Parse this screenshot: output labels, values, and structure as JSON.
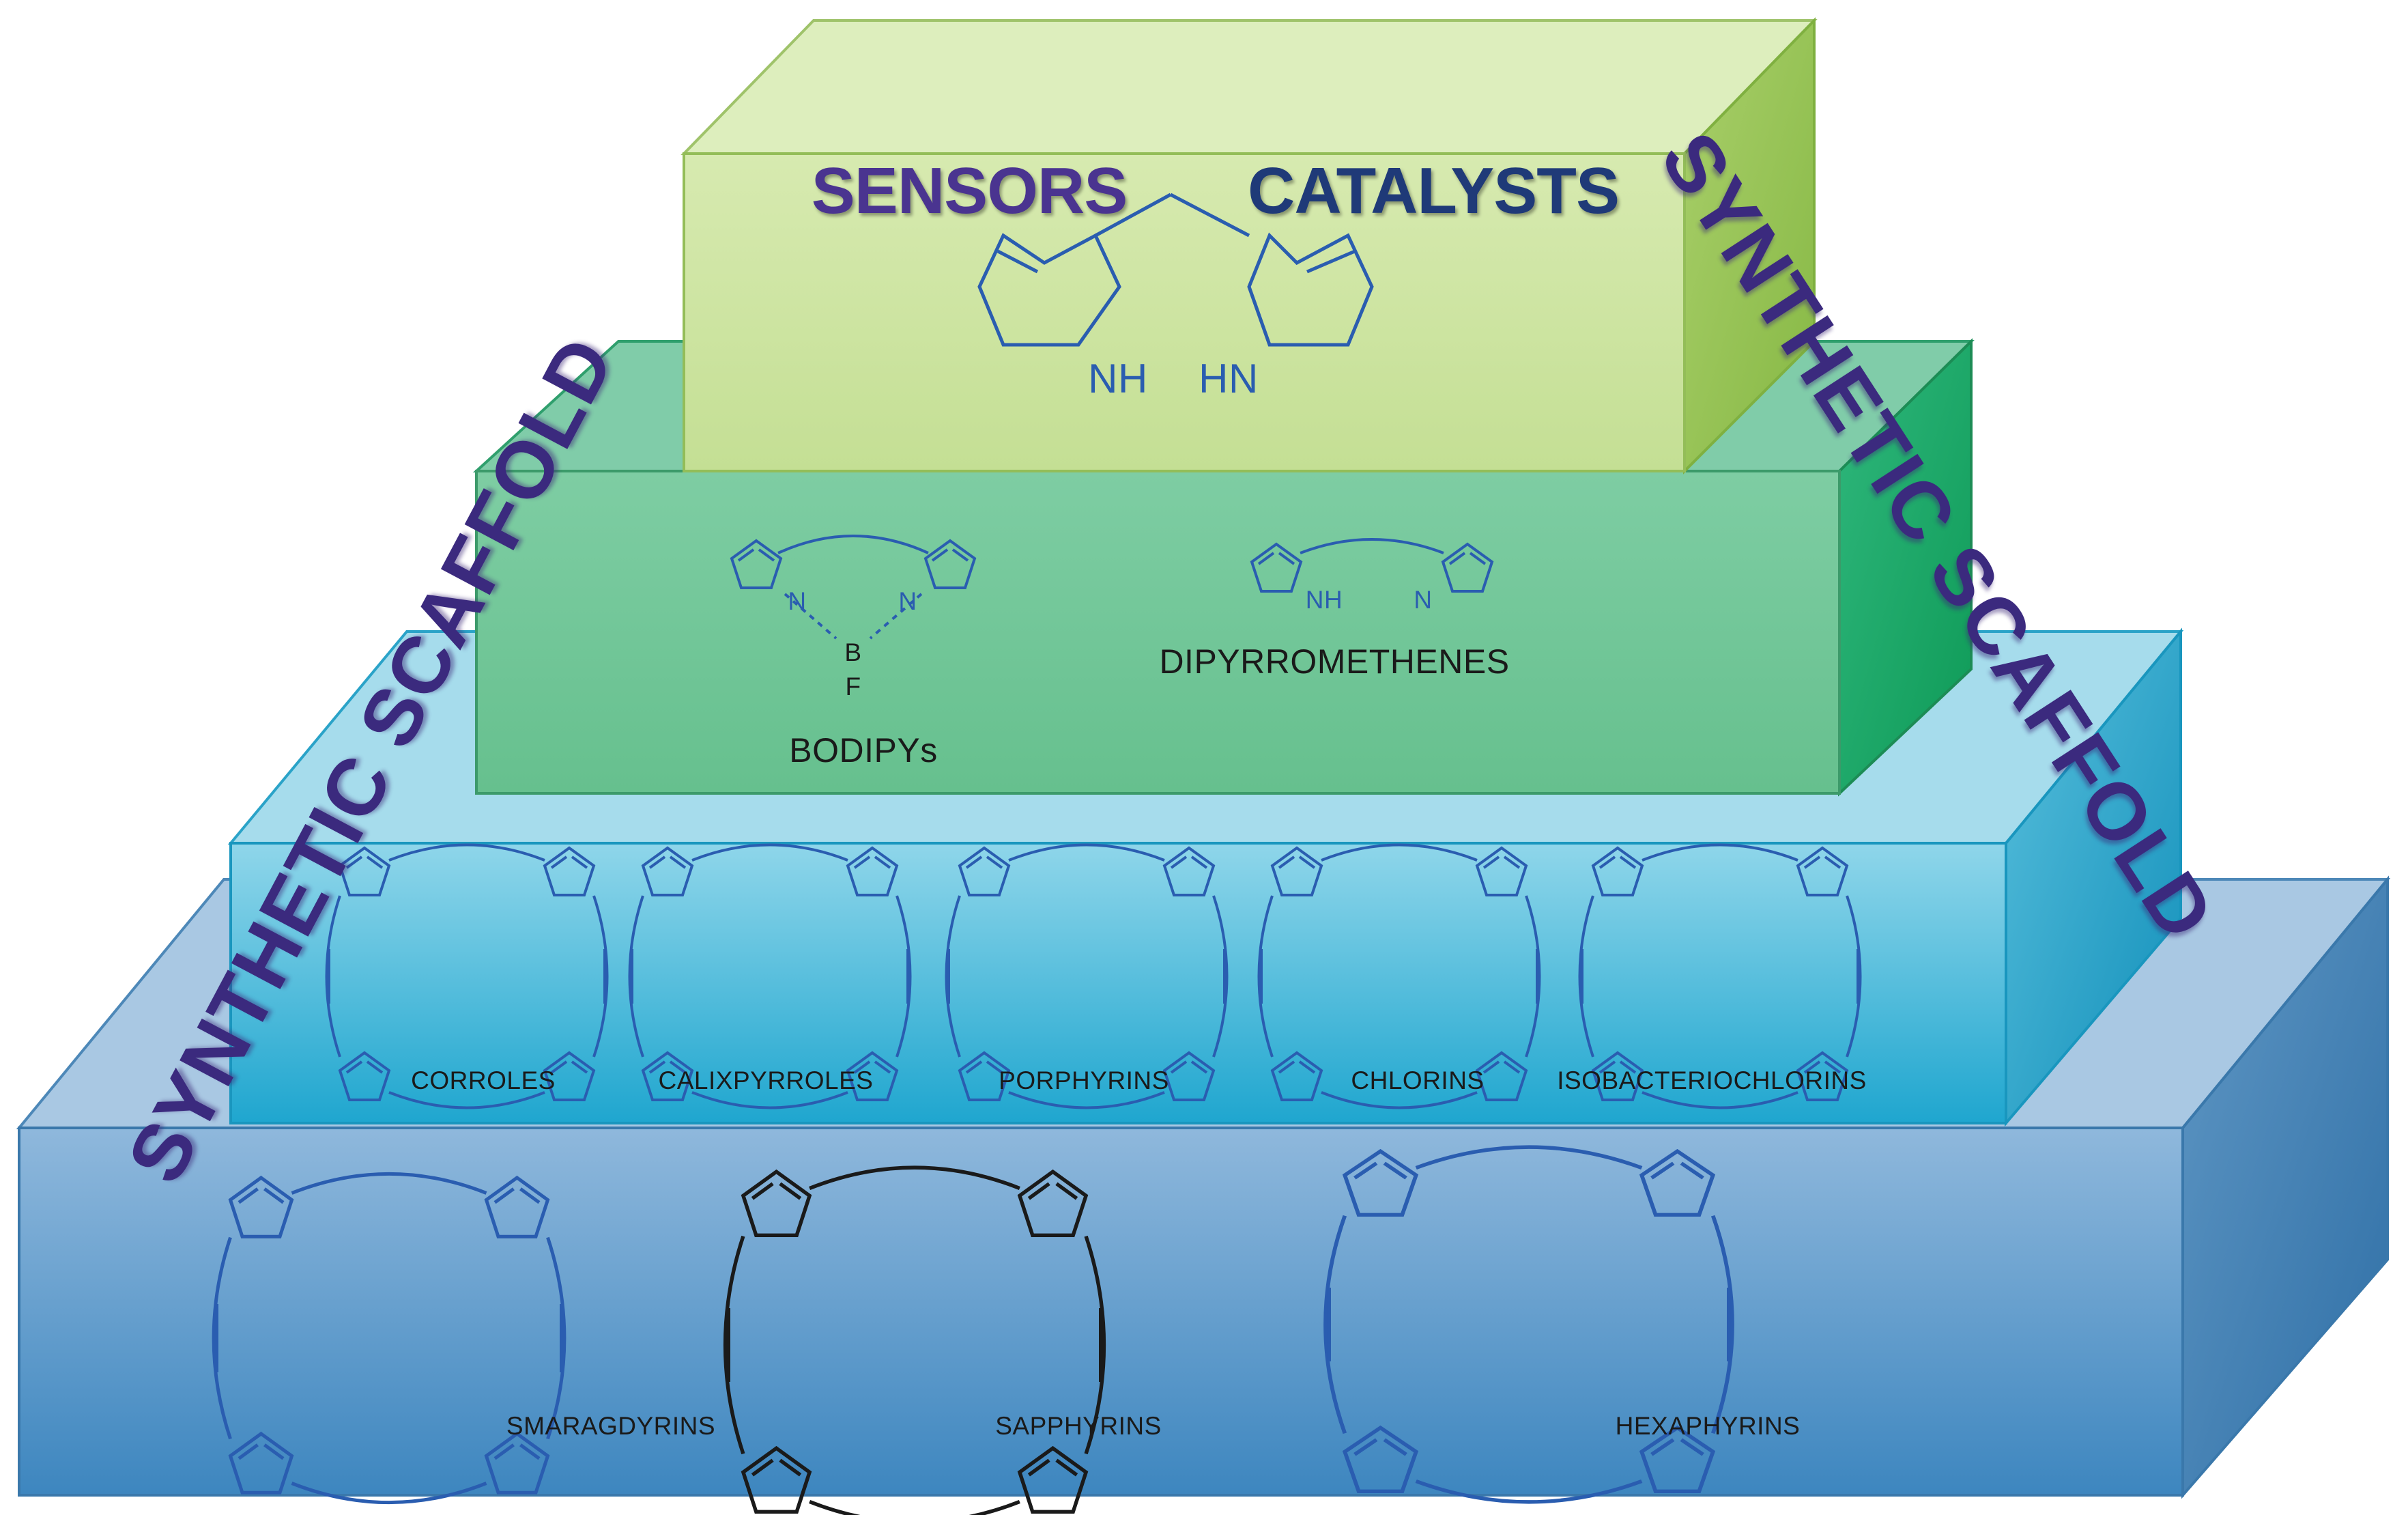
{
  "tiers": [
    {
      "name": "top",
      "color": "#c9e29a",
      "labels": [
        "SENSORS",
        "CATALYSTS"
      ]
    },
    {
      "name": "second",
      "color": "#6fc79a",
      "labels": [
        "BODIPYs",
        "DIPYRROMETHENES"
      ]
    },
    {
      "name": "third",
      "color": "#5cc3dc",
      "labels": [
        "CORROLES",
        "CALIXPYRROLES",
        "PORPHYRINS",
        "CHLORINS",
        "ISOBACTERIOCHLORINS"
      ]
    },
    {
      "name": "base",
      "color": "#5b9bc9",
      "labels": [
        "SMARAGDYRINS",
        "SAPPHYRINS",
        "HEXAPHYRINS"
      ]
    }
  ],
  "side_text": {
    "left": "SYNTHETIC SCAFFOLD",
    "right": "SYNTHETIC SCAFFOLD"
  },
  "atoms": {
    "nh": "NH",
    "hn": "HN",
    "n": "N",
    "h": "H",
    "b": "B",
    "f2": "F"
  },
  "colors": {
    "structure": "#2a5db0",
    "structure_dark": "#1a1a1a",
    "sensors": "#4a3490",
    "catalysts": "#1f3a78",
    "scaffold": "#3b2a7e"
  }
}
